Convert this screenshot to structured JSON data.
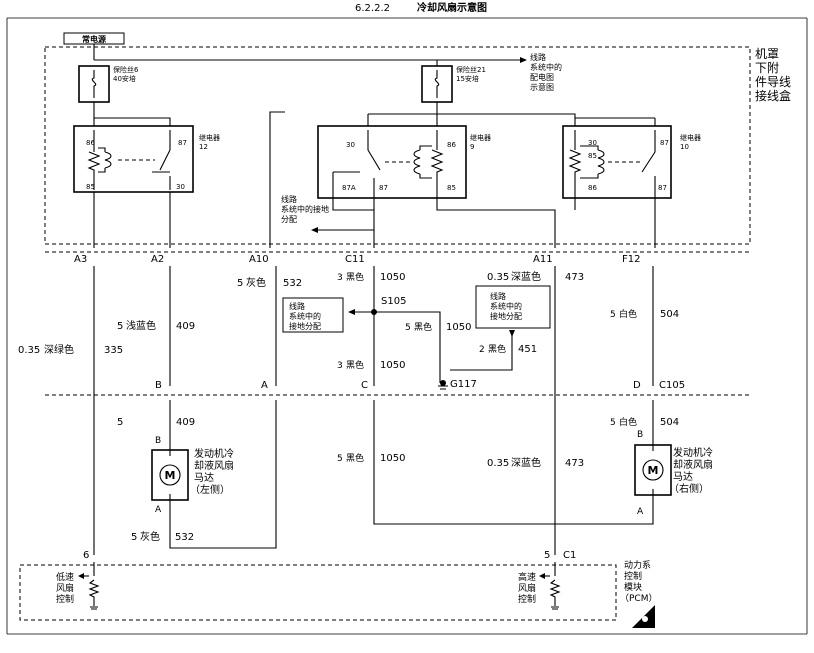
{
  "page": {
    "section": "6.2.2.2",
    "title": "冷却风扇示意图"
  },
  "power": {
    "label": "常电源"
  },
  "engine_box": {
    "label_lines": [
      "机罩",
      "下附",
      "件导线",
      "接线盒"
    ]
  },
  "fuses": [
    {
      "label_lines": [
        "保险丝6",
        "40安培"
      ]
    },
    {
      "label_lines": [
        "保险丝21",
        "15安培"
      ]
    }
  ],
  "circuit_ref_upper": {
    "label_lines": [
      "线路",
      "系统中的",
      "配电图",
      "示意图"
    ]
  },
  "relays": [
    {
      "name_lines": [
        "继电器",
        "12"
      ],
      "pins": [
        "86",
        "87",
        "85",
        "30"
      ]
    },
    {
      "name_lines": [
        "继电器",
        "9"
      ],
      "pins": [
        "30",
        "86",
        "87A",
        "87",
        "85"
      ]
    },
    {
      "name_lines": [
        "继电器",
        "10"
      ],
      "pins": [
        "30",
        "87",
        "85",
        "86",
        "87"
      ]
    }
  ],
  "ground_ref_upper": {
    "label_lines": [
      "线路",
      "系统中的接地",
      "分配"
    ]
  },
  "ground_ref_left": {
    "label_lines": [
      "线路",
      "系统中的",
      "接地分配"
    ]
  },
  "ground_ref_right": {
    "label_lines": [
      "线路",
      "系统中的",
      "接地分配"
    ]
  },
  "connectors_top": [
    "A3",
    "A2",
    "A10",
    "C11",
    "A11",
    "F12"
  ],
  "connectors_mid": [
    "B",
    "A",
    "C",
    "D",
    "C105"
  ],
  "connectors_bottom": [
    "6",
    "5",
    "C1"
  ],
  "splice": {
    "label": "S105"
  },
  "ground": {
    "label": "G117"
  },
  "wires": {
    "w335": {
      "size": "0.35",
      "color": "深绿色",
      "circuit": "335"
    },
    "w409a": {
      "size": "5",
      "color": "浅蓝色",
      "circuit": "409"
    },
    "w409b": {
      "size": "5",
      "circuit": "409"
    },
    "w532a": {
      "size": "5",
      "color": "灰色",
      "circuit": "532"
    },
    "w532b": {
      "size": "5",
      "color": "灰色",
      "circuit": "532"
    },
    "w1050a": {
      "size": "3",
      "color": "黑色",
      "circuit": "1050"
    },
    "w1050b": {
      "size": "5",
      "color": "黑色",
      "circuit": "1050"
    },
    "w1050c": {
      "size": "3",
      "color": "黑色",
      "circuit": "1050"
    },
    "w1050d": {
      "size": "5",
      "color": "黑色",
      "circuit": "1050"
    },
    "w451": {
      "size": "2",
      "color": "黑色",
      "circuit": "451"
    },
    "w473a": {
      "size": "0.35",
      "color": "深蓝色",
      "circuit": "473"
    },
    "w473b": {
      "size": "0.35",
      "color": "深蓝色",
      "circuit": "473"
    },
    "w504a": {
      "size": "5",
      "color": "白色",
      "circuit": "504"
    },
    "w504b": {
      "size": "5",
      "color": "白色",
      "circuit": "504"
    }
  },
  "motors": [
    {
      "name_lines": [
        "发动机冷",
        "却液风扇",
        "马达",
        "（左侧）"
      ],
      "pins": [
        "B",
        "A"
      ],
      "symbol": "M"
    },
    {
      "name_lines": [
        "发动机冷",
        "却液风扇",
        "马达",
        "（右侧）"
      ],
      "pins": [
        "B",
        "A"
      ],
      "symbol": "M"
    }
  ],
  "pcm": {
    "label_lines": [
      "动力系",
      "控制",
      "模块",
      "（PCM）"
    ],
    "low_label_lines": [
      "低速",
      "风扇",
      "控制"
    ],
    "high_label_lines": [
      "高速",
      "风扇",
      "控制"
    ]
  },
  "icons": [
    "fuse-icon",
    "relay-coil-icon",
    "relay-switch-icon",
    "motor-icon",
    "ground-icon",
    "resistor-icon",
    "esd-warning-icon",
    "arrow-icon"
  ]
}
